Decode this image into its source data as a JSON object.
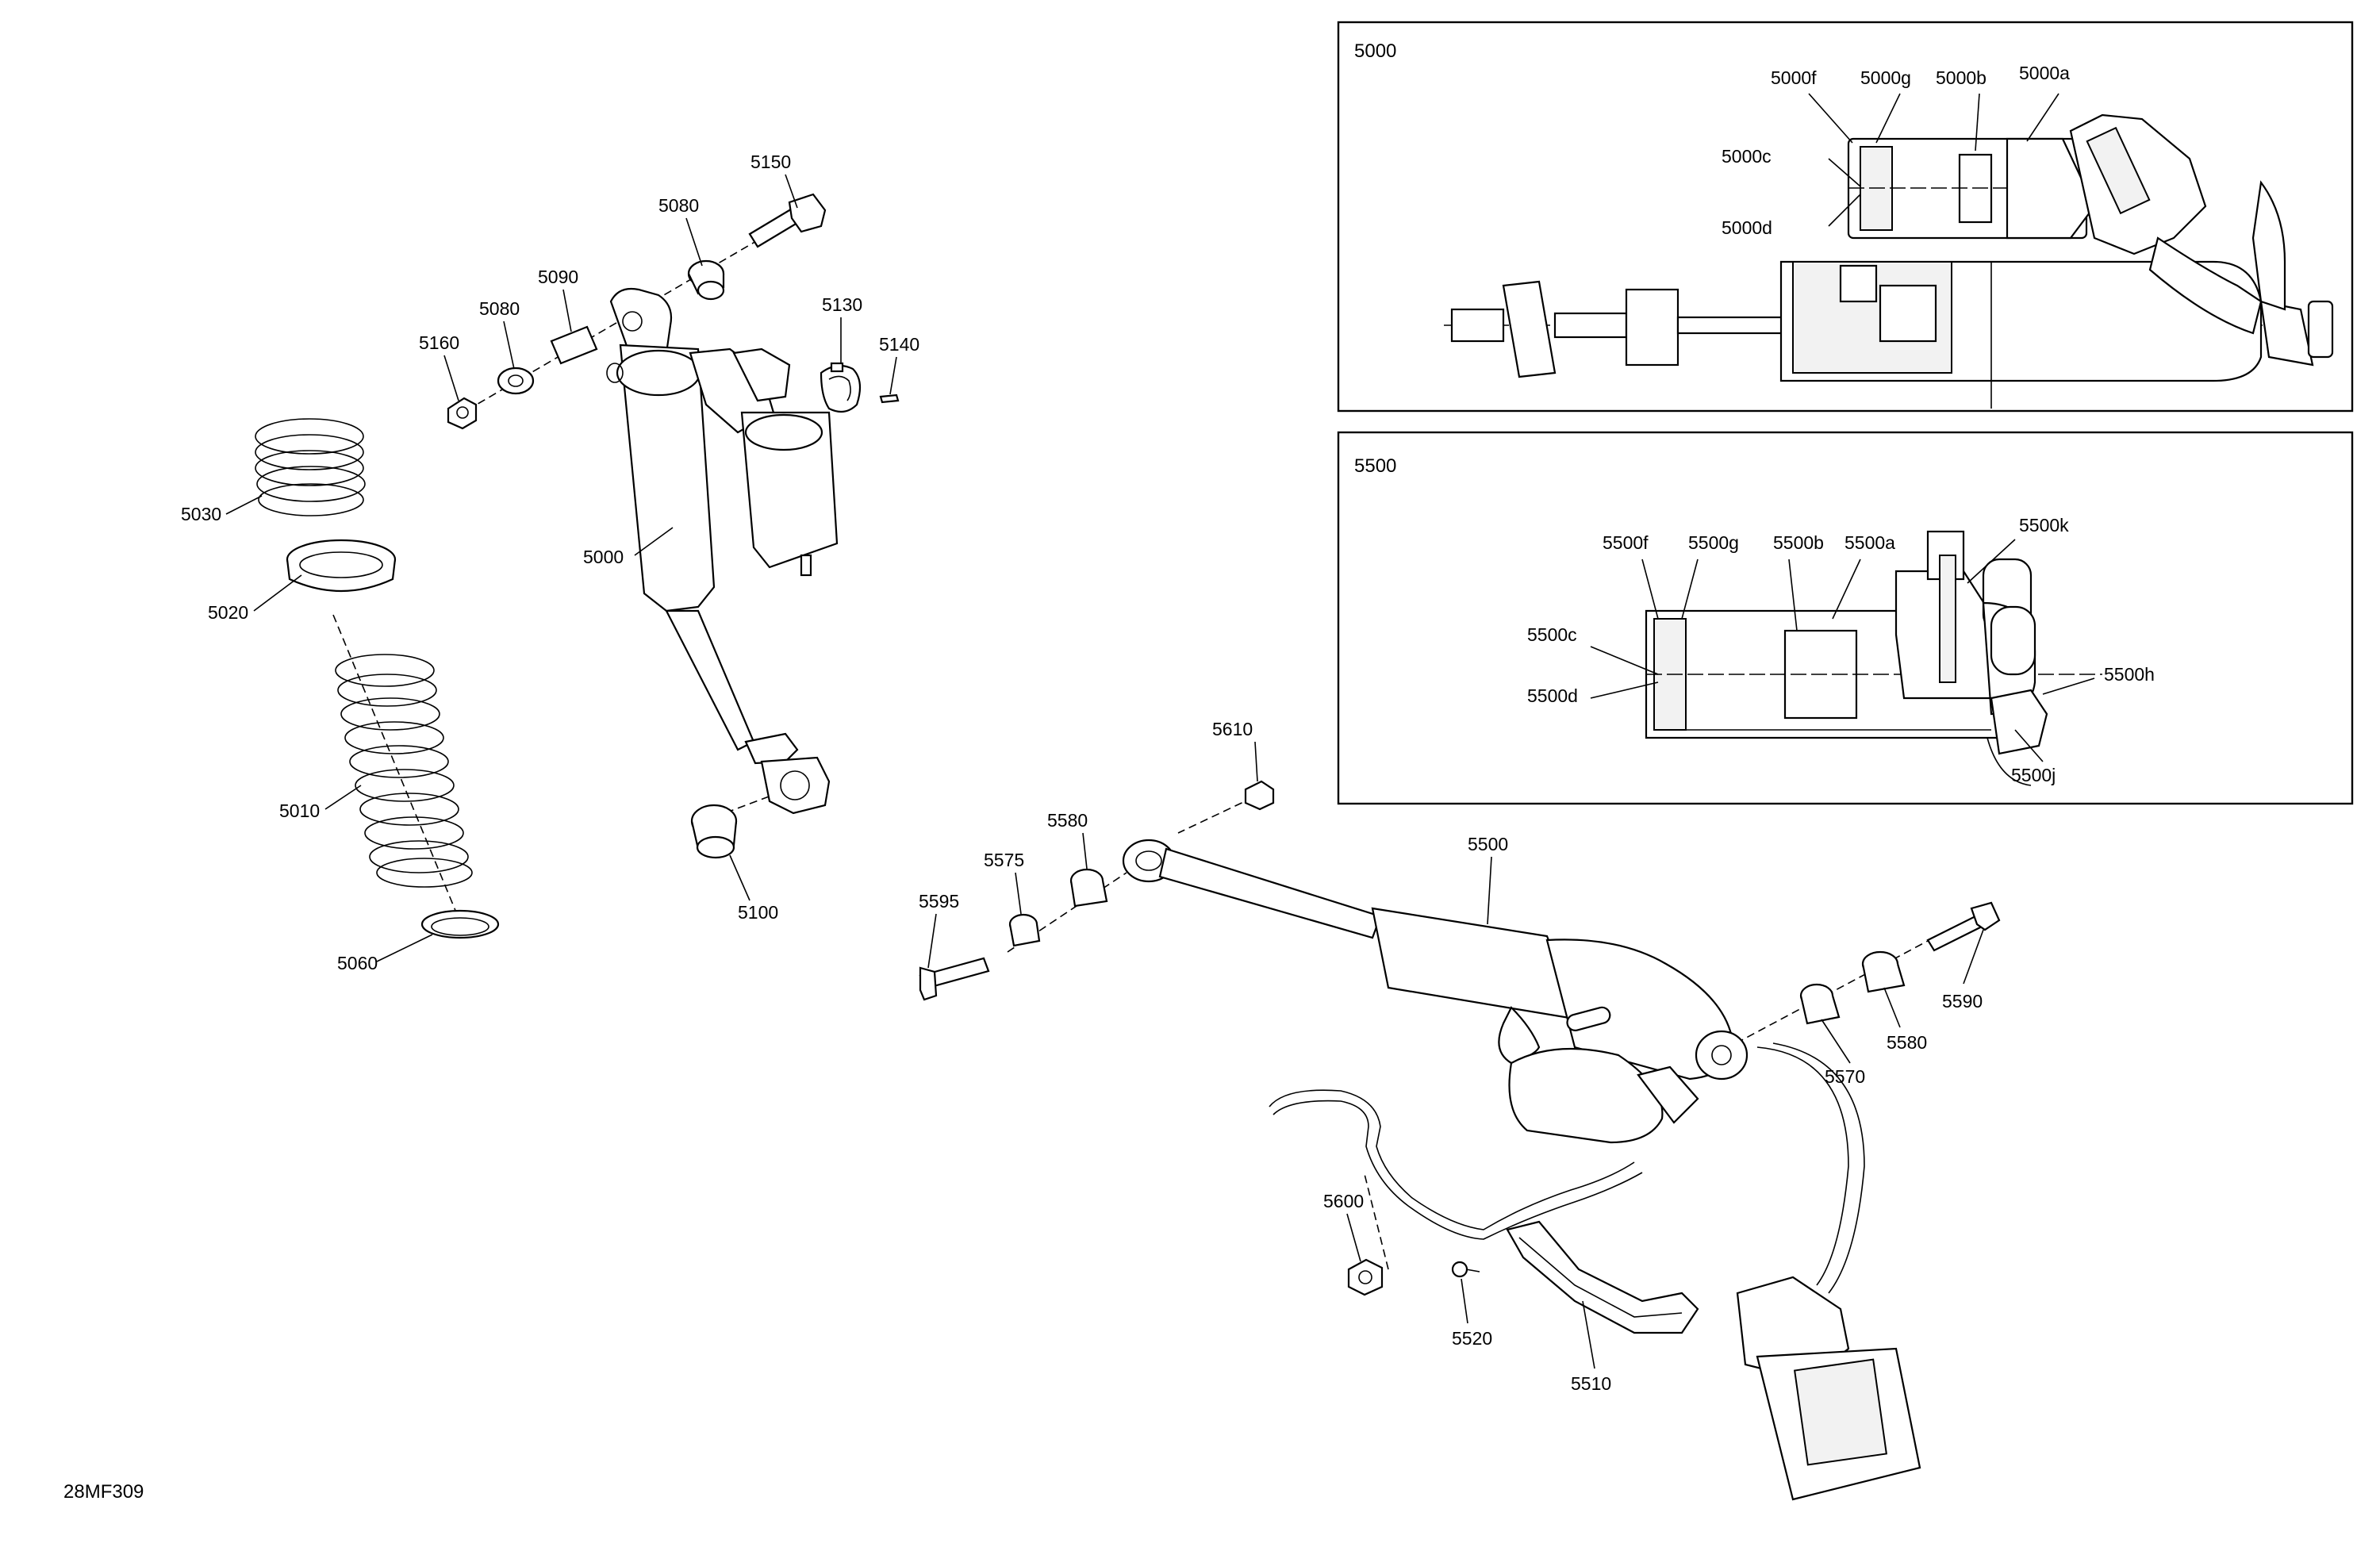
{
  "drawing_code": "28MF309",
  "inset_5000": {
    "title": "5000",
    "labels": [
      "5000f",
      "5000g",
      "5000b",
      "5000a",
      "5000c",
      "5000d"
    ]
  },
  "inset_5500": {
    "title": "5500",
    "labels": [
      "5500f",
      "5500g",
      "5500b",
      "5500a",
      "5500k",
      "5500c",
      "5500d",
      "5500h",
      "5500j"
    ]
  },
  "parts": {
    "p5150": "5150",
    "p5080a": "5080",
    "p5090": "5090",
    "p5080b": "5080",
    "p5160": "5160",
    "p5130": "5130",
    "p5140": "5140",
    "p5030": "5030",
    "p5000": "5000",
    "p5020": "5020",
    "p5010": "5010",
    "p5100": "5100",
    "p5060": "5060",
    "p5610": "5610",
    "p5580a": "5580",
    "p5575": "5575",
    "p5595": "5595",
    "p5500": "5500",
    "p5590": "5590",
    "p5580b": "5580",
    "p5570": "5570",
    "p5600": "5600",
    "p5520": "5520",
    "p5510": "5510"
  }
}
